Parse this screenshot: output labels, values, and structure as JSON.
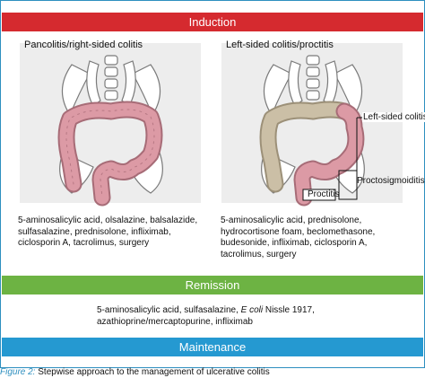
{
  "bands": {
    "induction": "Induction",
    "remission": "Remission",
    "maintenance": "Maintenance"
  },
  "induction": {
    "left": {
      "title": "Pancolitis/right-sided colitis",
      "drugs": "5-aminosalicylic acid, olsalazine, balsalazide, sulfasalazine, prednisolone, infliximab, ciclosporin A, tacrolimus, surgery"
    },
    "right": {
      "title": "Left-sided colitis/proctitis",
      "drugs": "5-aminosalicylic acid, prednisolone, hydrocortisone foam, beclomethasone, budesonide, infliximab, ciclosporin A, tacrolimus, surgery",
      "labels": {
        "left_sided": "Left-sided colitis",
        "proctosigmoiditis": "Proctosigmoiditis",
        "proctitis": "Proctitis"
      }
    }
  },
  "remission": {
    "line1_a": "5-aminosalicylic acid, sulfasalazine, ",
    "line1_b": "E coli",
    "line1_c": " Nissle 1917,",
    "line2": "azathioprine/mercaptopurine, infliximab"
  },
  "caption": {
    "figure": "Figure 2:",
    "text": " Stepwise approach to the management of ulcerative colitis"
  },
  "colors": {
    "induction": "#d52a2f",
    "remission": "#6db343",
    "maintenance": "#2599d1",
    "frame": "#2e8fbf",
    "colon_inflamed": "#dc9aa5",
    "colon_normal": "#cbbfa6"
  }
}
